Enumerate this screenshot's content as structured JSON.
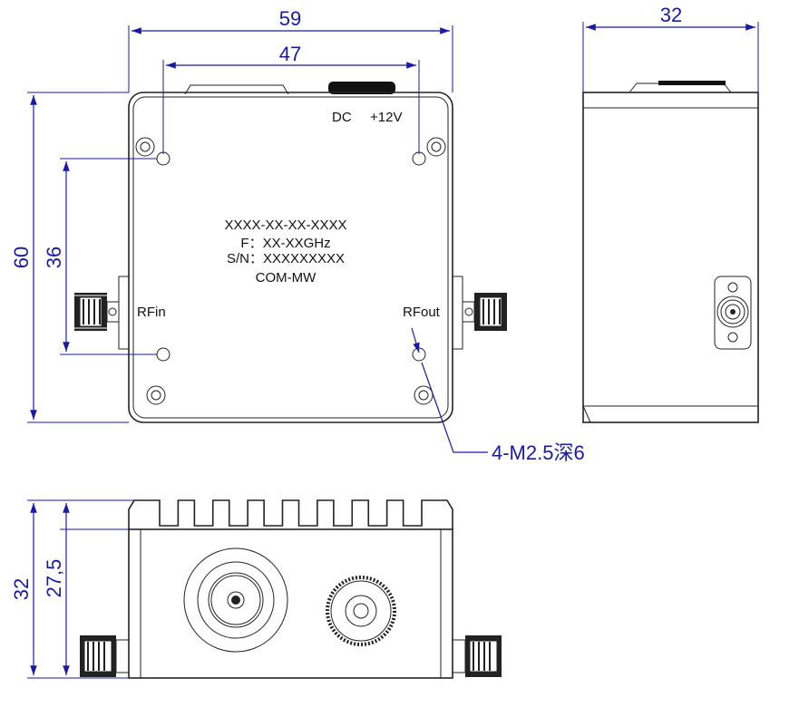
{
  "dimensions": {
    "top_width_overall": "59",
    "top_width_holes": "47",
    "top_height_overall": "60",
    "top_height_holes": "36",
    "side_width": "32",
    "front_height_overall": "32",
    "front_height_body": "27,5"
  },
  "labels": {
    "dc": "DC",
    "voltage": "+12V",
    "rf_in": "RFin",
    "rf_out": "RFout",
    "model": "XXXX-XX-XX-XXXX",
    "frequency": "F：XX-XXGHz",
    "serial": "S/N：XXXXXXXXX",
    "brand": "COM-MW"
  },
  "notes": {
    "mounting_holes": "4-M2.5深6"
  },
  "colors": {
    "dimension": "#1a1aa6",
    "outline": "#222222"
  }
}
